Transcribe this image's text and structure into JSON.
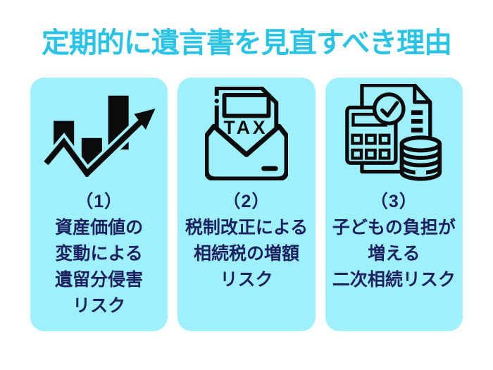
{
  "title": {
    "text": "定期的に遺言書を見直すべき理由"
  },
  "cards": [
    {
      "number": "（1）",
      "lines": [
        "資産価値の",
        "変動による",
        "遺留分侵害",
        "リスク"
      ],
      "icon": "rising-bar-chart"
    },
    {
      "number": "（2）",
      "lines": [
        "税制改正による",
        "相続税の増額",
        "リスク"
      ],
      "icon": "tax-envelope",
      "icon_label": "TAX"
    },
    {
      "number": "（3）",
      "lines": [
        "子どもの負担が",
        "増える",
        "二次相続リスク"
      ],
      "icon": "calculator-document-coins"
    }
  ],
  "colors": {
    "page_bg": "#ffffff",
    "title": "#29c3e6",
    "card_bg": "#9ef1fc",
    "text": "#1d2160",
    "icon": "#0b0b0b"
  }
}
